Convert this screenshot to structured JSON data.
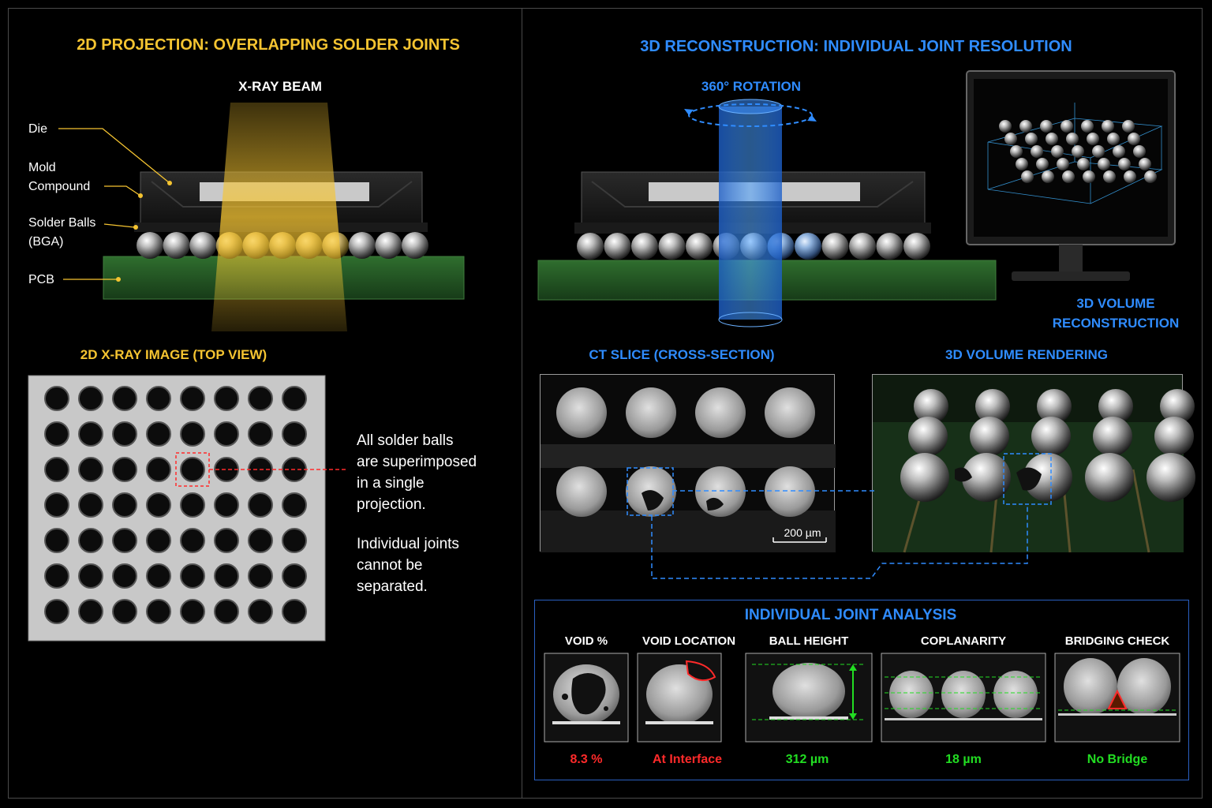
{
  "left": {
    "title": "2D PROJECTION: OVERLAPPING SOLDER JOINTS",
    "beam_label": "X-RAY BEAM",
    "labels": {
      "die": "Die",
      "mold_line1": "Mold",
      "mold_line2": "Compound",
      "solder_line1": "Solder Balls",
      "solder_line2": "(BGA)",
      "pcb": "PCB"
    },
    "xray_title": "2D X-RAY IMAGE (TOP VIEW)",
    "note_lines": [
      "All solder balls",
      "are superimposed",
      "in a single",
      "projection."
    ],
    "note2_lines": [
      "Individual joints",
      "cannot be",
      "separated."
    ]
  },
  "right": {
    "title": "3D RECONSTRUCTION: INDIVIDUAL JOINT RESOLUTION",
    "rotation_label": "360° ROTATION",
    "monitor_label_line1": "3D VOLUME",
    "monitor_label_line2": "RECONSTRUCTION",
    "ct_title": "CT SLICE (CROSS-SECTION)",
    "render_title": "3D VOLUME RENDERING",
    "scale_bar": "200 µm",
    "analysis": {
      "title": "INDIVIDUAL JOINT ANALYSIS",
      "items": [
        {
          "title": "VOID %",
          "value": "8.3 %",
          "color": "#ff2a2a"
        },
        {
          "title": "VOID LOCATION",
          "value": "At Interface",
          "color": "#ff2a2a"
        },
        {
          "title": "BALL HEIGHT",
          "value": "312 µm",
          "color": "#22dd22"
        },
        {
          "title": "COPLANARITY",
          "value": "18 µm",
          "color": "#22dd22"
        },
        {
          "title": "BRIDGING CHECK",
          "value": "No Bridge",
          "color": "#22dd22"
        }
      ]
    }
  },
  "colors": {
    "yellow_accent": "#f5c431",
    "blue_accent": "#2f8cff",
    "fail_red": "#ff2a2a",
    "pass_green": "#22dd22"
  }
}
